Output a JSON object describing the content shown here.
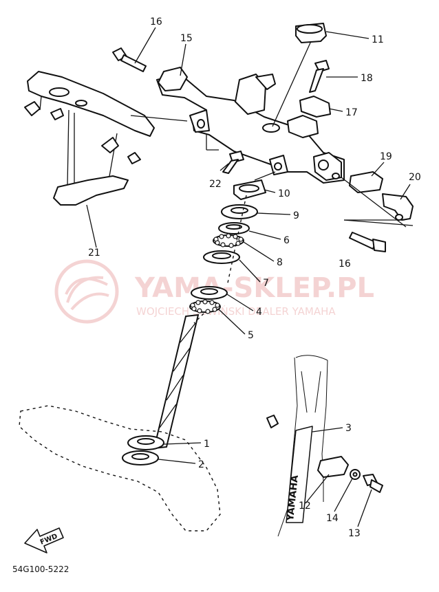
{
  "diagram": {
    "code": "54G100-5222",
    "fwd_label": "FWD",
    "fork_brand": "YAMAHA",
    "callouts": [
      {
        "id": "1",
        "label": "1"
      },
      {
        "id": "2",
        "label": "2"
      },
      {
        "id": "3",
        "label": "3"
      },
      {
        "id": "4",
        "label": "4"
      },
      {
        "id": "5",
        "label": "5"
      },
      {
        "id": "6",
        "label": "6"
      },
      {
        "id": "7",
        "label": "7"
      },
      {
        "id": "8",
        "label": "8"
      },
      {
        "id": "9",
        "label": "9"
      },
      {
        "id": "10",
        "label": "10"
      },
      {
        "id": "11",
        "label": "11"
      },
      {
        "id": "12",
        "label": "12"
      },
      {
        "id": "13",
        "label": "13"
      },
      {
        "id": "14",
        "label": "14"
      },
      {
        "id": "15",
        "label": "15"
      },
      {
        "id": "16a",
        "label": "16"
      },
      {
        "id": "16b",
        "label": "16"
      },
      {
        "id": "17",
        "label": "17"
      },
      {
        "id": "18",
        "label": "18"
      },
      {
        "id": "19",
        "label": "19"
      },
      {
        "id": "20",
        "label": "20"
      },
      {
        "id": "21",
        "label": "21"
      },
      {
        "id": "22",
        "label": "22"
      }
    ]
  },
  "watermark": {
    "title": "YAMA-SKLEP.PL",
    "subtitle": "WOJCIECH SOWIŃSKI DEALER YAMAHA",
    "color": "#e8a0a0"
  }
}
